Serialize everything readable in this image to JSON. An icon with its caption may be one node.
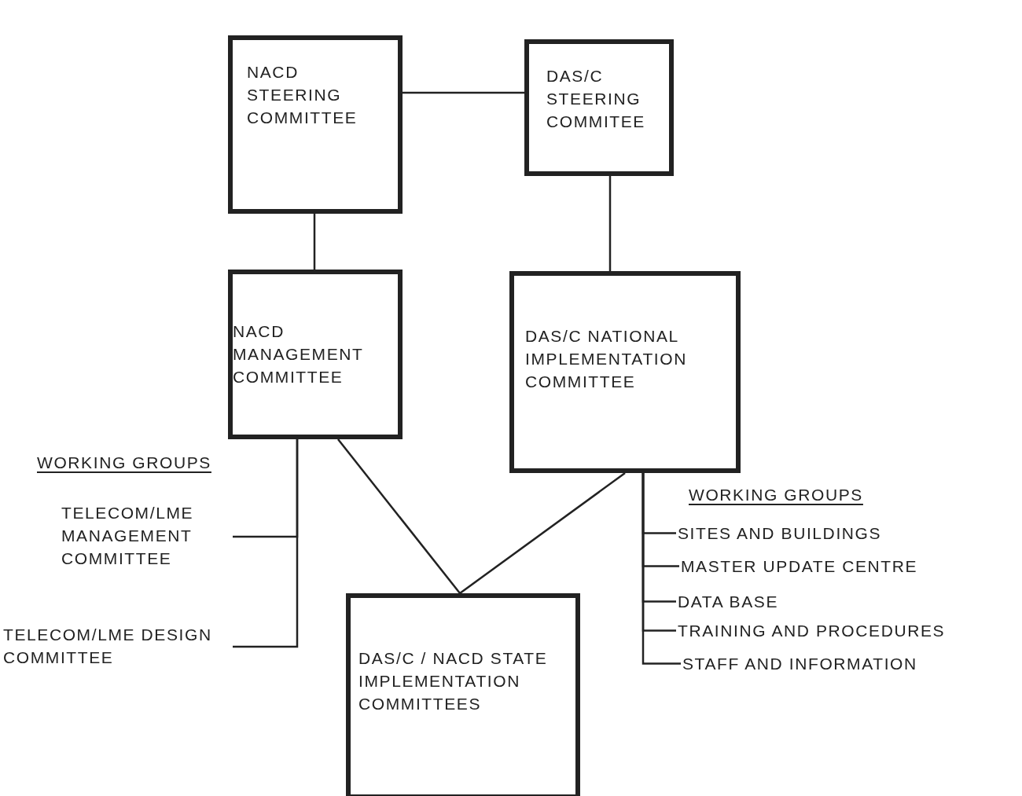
{
  "diagram": {
    "nodes": [
      {
        "text": [
          "NACD STEERING COMMITTEE"
        ]
      },
      {
        "text": [
          "DAS/C STEERING COMMITEE"
        ]
      },
      {
        "text": [
          "NACD MANAGEMENT COMMITTEE"
        ]
      },
      {
        "text": [
          "DAS/C NATIONAL IMPLEMENTATION COMMITTEE"
        ]
      },
      {
        "text": [
          "DAS/C / NACD STATE IMPLEMENTATION COMMITTEES"
        ]
      },
      {
        "text": [
          "TELECOM/LME MANAGEMENT COMMITTEE"
        ]
      },
      {
        "text": [
          "TELECOM/LME DESIGN COMMITTEE"
        ]
      },
      {
        "text": [
          "SITES AND BUILDINGS"
        ]
      },
      {
        "text": [
          "MASTER UPDATE CENTRE"
        ]
      },
      {
        "text": [
          "DATA BASE"
        ]
      },
      {
        "text": [
          "TRAINING AND PROCEDURES"
        ]
      },
      {
        "text": [
          "STAFF AND INFORMATION"
        ]
      }
    ],
    "edges": [
      {
        "from": 0,
        "to": 1,
        "arrow": "none"
      },
      {
        "from": 0,
        "to": 2,
        "arrow": "none"
      },
      {
        "from": 1,
        "to": 3,
        "arrow": "none"
      },
      {
        "from": 2,
        "to": 4,
        "arrow": "none"
      },
      {
        "from": 3,
        "to": 4,
        "arrow": "none"
      },
      {
        "from": 2,
        "to": 5,
        "arrow": "none"
      },
      {
        "from": 2,
        "to": 6,
        "arrow": "none"
      },
      {
        "from": 3,
        "to": 7,
        "arrow": "none"
      },
      {
        "from": 3,
        "to": 8,
        "arrow": "none"
      },
      {
        "from": 3,
        "to": 9,
        "arrow": "none"
      },
      {
        "from": 3,
        "to": 10,
        "arrow": "none"
      },
      {
        "from": 3,
        "to": 11,
        "arrow": "none"
      }
    ],
    "labels": [
      "WORKING GROUPS",
      "WORKING GROUPS"
    ]
  }
}
